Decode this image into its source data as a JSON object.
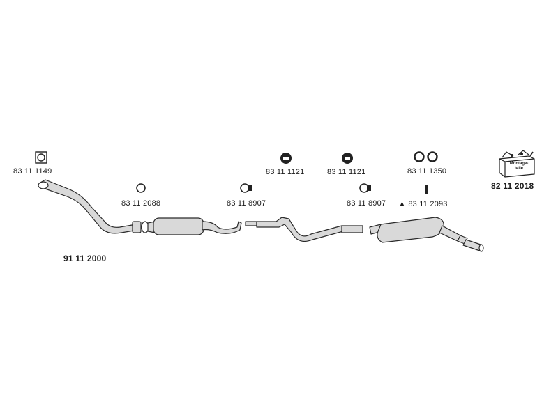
{
  "set_number": "91 11 2000",
  "parts": [
    {
      "part_number": "83 11 1149",
      "icon": "flange-gasket-icon"
    },
    {
      "part_number": "83 11 2088",
      "icon": "ring-gasket-icon"
    },
    {
      "part_number": "83 11 8907",
      "icon": "pipe-clamp-icon"
    },
    {
      "part_number": "83 11 1121",
      "icon": "rubber-hanger-icon"
    },
    {
      "part_number": "83 11 1121",
      "icon": "rubber-hanger-icon"
    },
    {
      "part_number": "83 11 8907",
      "icon": "pipe-clamp-icon"
    },
    {
      "part_number": "83 11 1350",
      "icon": "rubber-rings-icon"
    },
    {
      "part_number": "83 11 2093",
      "icon": "mounting-bolt-icon",
      "marker": "▲"
    },
    {
      "part_number": "82 11 2018",
      "icon": "mounting-kit-box-icon",
      "box_text": "Montage-teile"
    }
  ],
  "colors": {
    "line": "#2a2a2a",
    "fill": "#d9d9d9",
    "text": "#1a1a1a"
  }
}
